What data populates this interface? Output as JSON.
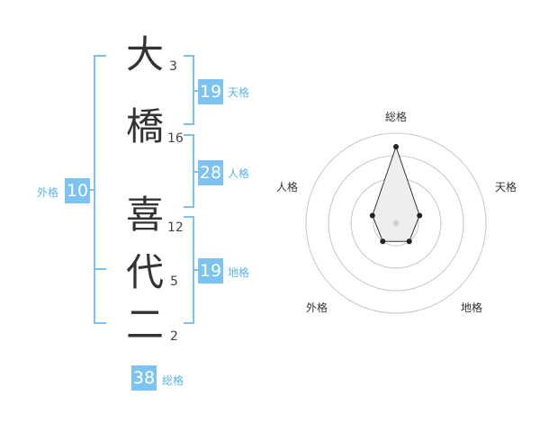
{
  "name_chars": [
    {
      "char": "大",
      "strokes": "3"
    },
    {
      "char": "橋",
      "strokes": "16"
    },
    {
      "char": "喜",
      "strokes": "12"
    },
    {
      "char": "代",
      "strokes": "5"
    },
    {
      "char": "二",
      "strokes": "2"
    }
  ],
  "fortunes": {
    "tenkaku": {
      "value": "19",
      "label": "天格"
    },
    "jinkaku": {
      "value": "28",
      "label": "人格"
    },
    "chikaku": {
      "value": "19",
      "label": "地格"
    },
    "gaikaku": {
      "value": "10",
      "label": "外格"
    },
    "soukaku": {
      "value": "38",
      "label": "総格"
    }
  },
  "colors": {
    "accent": "#7cc3f1",
    "accent_text": "#5bb4ea",
    "text": "#333333"
  },
  "chart_data": {
    "type": "radar",
    "axes": [
      "総格",
      "天格",
      "地格",
      "外格",
      "人格"
    ],
    "levels": 4,
    "values": [
      3.4,
      1.1,
      1.0,
      1.0,
      1.1
    ],
    "max": 4
  }
}
